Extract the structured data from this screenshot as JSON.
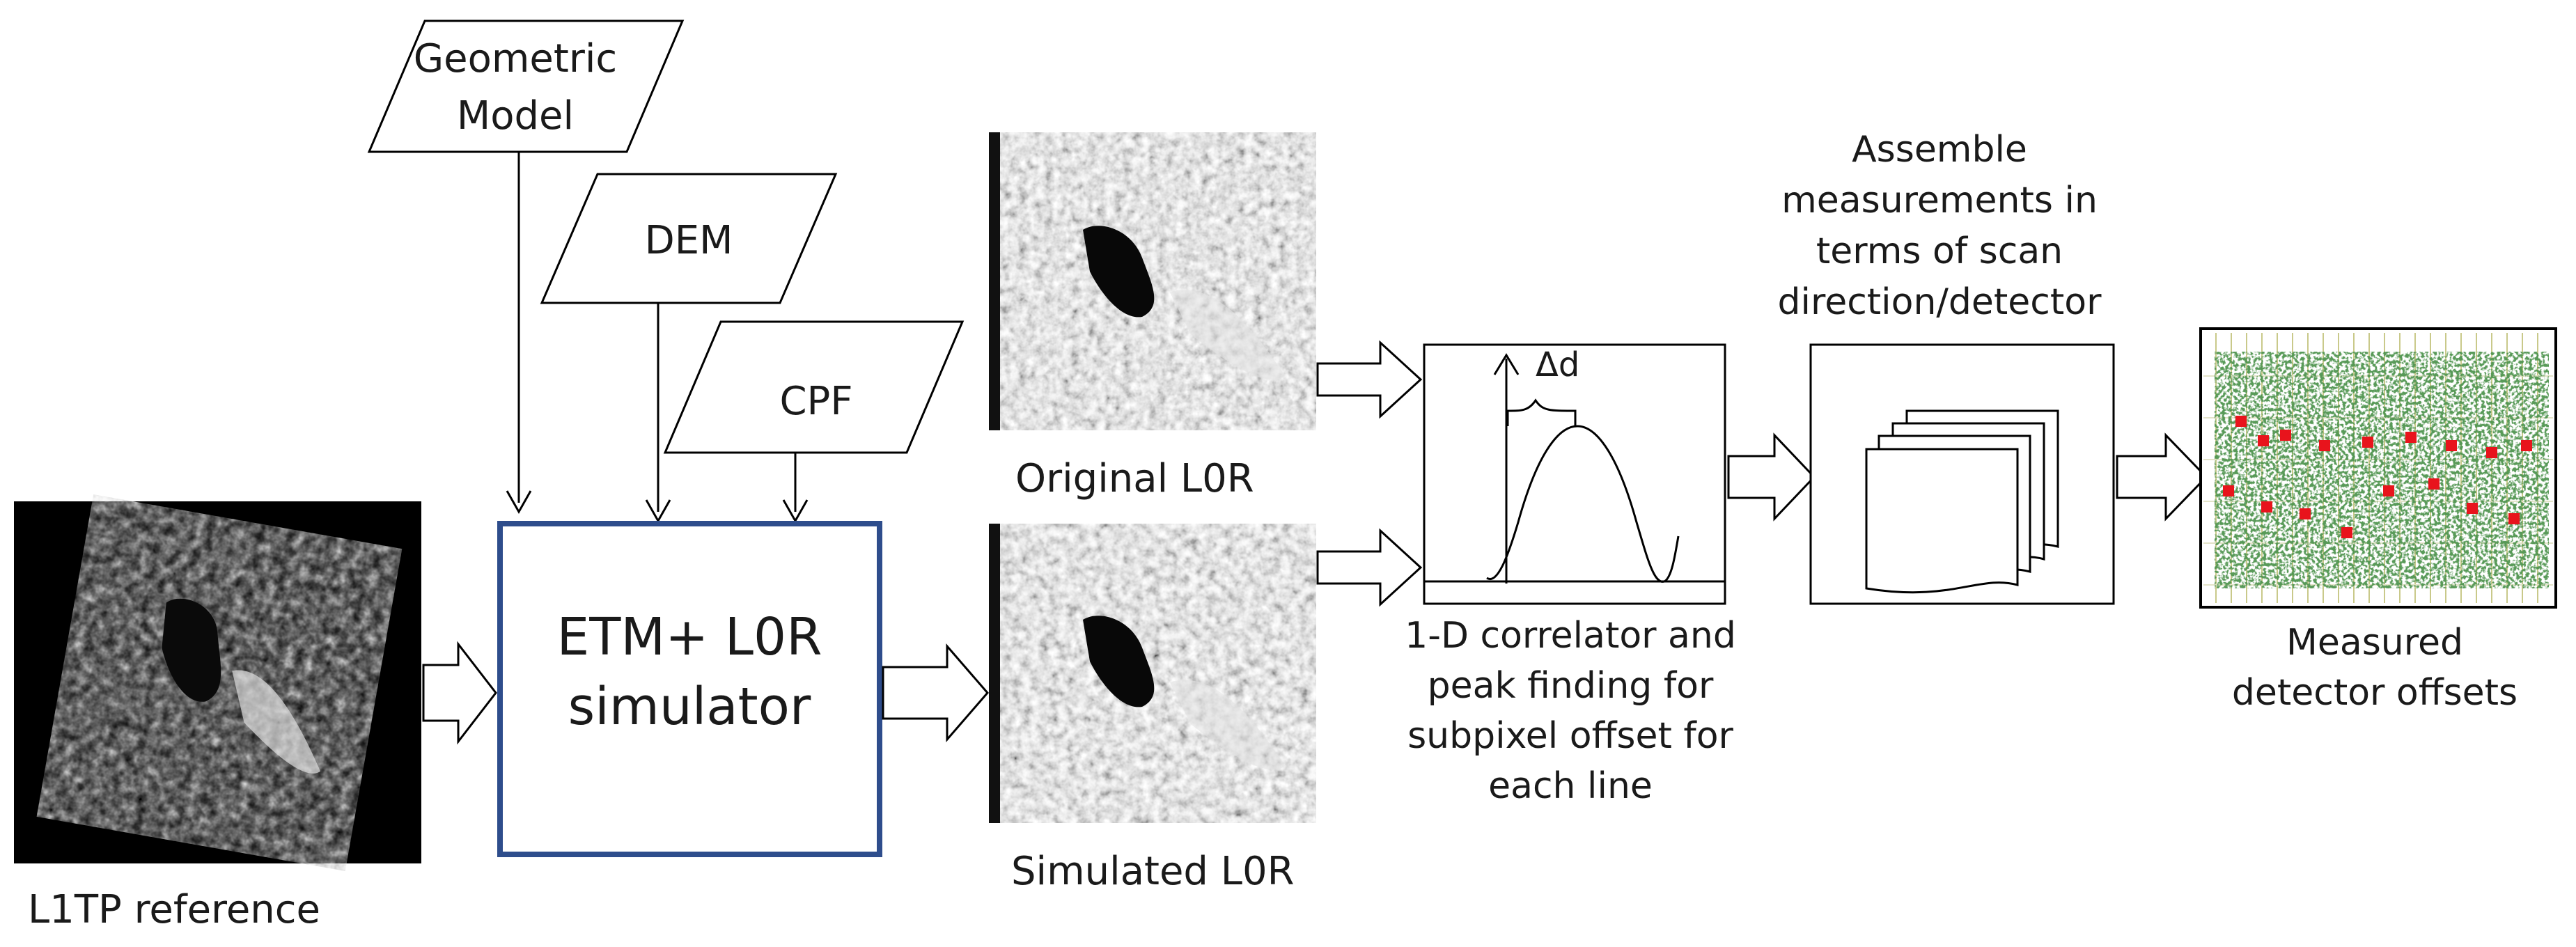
{
  "inputs": {
    "geometric_model": [
      "Geometric",
      "Model"
    ],
    "dem": "DEM",
    "cpf": "CPF"
  },
  "simulator": {
    "lines": [
      "ETM+ L0R",
      "simulator"
    ],
    "border_color": "#2e4d8c"
  },
  "images": {
    "reference_label": "L1TP reference",
    "original_label": "Original L0R",
    "simulated_label": "Simulated L0R"
  },
  "correlator": {
    "delta_label": "Δd",
    "caption": [
      "1-D correlator and",
      "peak finding for",
      "subpixel offset for",
      "each line"
    ]
  },
  "assemble": {
    "caption": [
      "Assemble",
      "measurements in",
      "terms of scan",
      "direction/detector"
    ]
  },
  "offsets": {
    "caption": [
      "Measured",
      "detector offsets"
    ],
    "scatter_color": "#1f5a1f",
    "marker_color": "#e8141c",
    "grid_color": "#c9c98a"
  }
}
